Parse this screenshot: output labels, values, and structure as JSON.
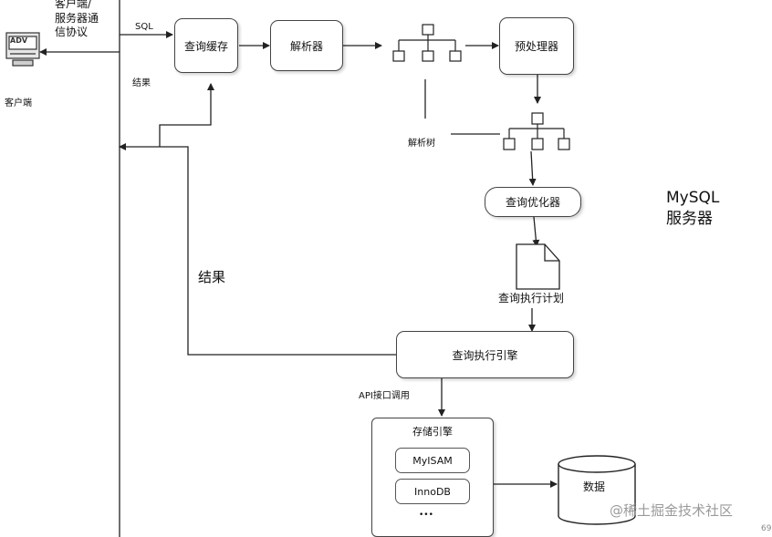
{
  "client": {
    "icon_text": "ADV",
    "label": "客户端",
    "protocol_label_line1": "客户端/",
    "protocol_label_line2": "服务器通",
    "protocol_label_line3": "信协议"
  },
  "flow": {
    "sql_label": "SQL",
    "result_small": "结果",
    "result_big": "结果",
    "parse_tree_label": "解析树",
    "api_label": "API接口调用",
    "plan_label": "查询执行计划"
  },
  "boxes": {
    "query_cache": "查询缓存",
    "parser": "解析器",
    "preprocessor": "预处理器",
    "optimizer": "查询优化器",
    "executor": "查询执行引擎",
    "storage_engine": "存储引擎",
    "myisam": "MyISAM",
    "innodb": "InnoDB",
    "more": "•••",
    "data": "数据"
  },
  "server": {
    "title_line1": "MySQL",
    "title_line2": "服务器"
  },
  "watermark": {
    "text": "@稀土掘金技术社区",
    "corner": "69"
  }
}
